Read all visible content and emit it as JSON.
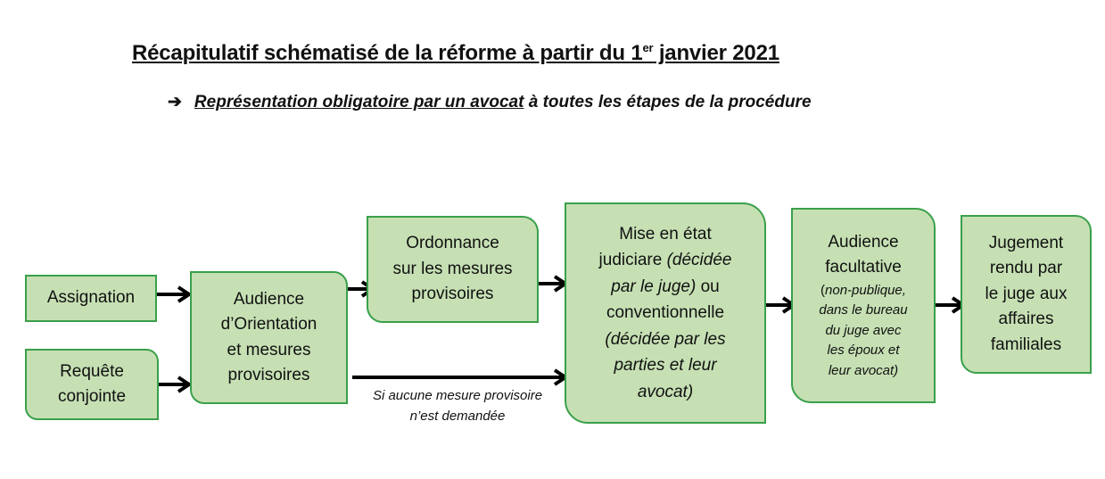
{
  "title": {
    "main": "Récapitulatif schématisé de la réforme à partir du 1",
    "sup": "er",
    "end": " janvier 2021"
  },
  "subtitle": {
    "arrow": "➔",
    "underlined": "Représentation obligatoire par un avocat",
    "rest": " à toutes les étapes de la procédure"
  },
  "boxes": {
    "assignation": "Assignation",
    "requete_l1": "Requête",
    "requete_l2": "conjointe",
    "audience_orientation_l1": "Audience",
    "audience_orientation_l2": "d’Orientation",
    "audience_orientation_l3": "et mesures",
    "audience_orientation_l4": "provisoires",
    "ordonnance_l1": "Ordonnance",
    "ordonnance_l2": "sur les mesures",
    "ordonnance_l3": "provisoires",
    "mise_l1": "Mise en état",
    "mise_l2a": "judiciare ",
    "mise_l2b": "(décidée",
    "mise_l3a": "par le juge)",
    "mise_l3b": " ou",
    "mise_l4": "conventionnelle",
    "mise_l5": "(décidée par les",
    "mise_l6": "parties et leur",
    "mise_l7": "avocat)",
    "facultative_l1": "Audience",
    "facultative_l2": "facultative",
    "facultative_l3a": "(",
    "facultative_l3b": "non-publique,",
    "facultative_l4": "dans le bureau",
    "facultative_l5": "du juge avec",
    "facultative_l6": "les époux et",
    "facultative_l7": "leur avocat)",
    "jugement_l1": "Jugement",
    "jugement_l2": "rendu par",
    "jugement_l3": "le juge aux",
    "jugement_l4": "affaires",
    "jugement_l5": "familiales"
  },
  "note_l1": "Si aucune mesure provisoire",
  "note_l2": "n’est demandée",
  "colors": {
    "fill": "#c6e0b4",
    "border": "#3aa04a",
    "arrow": "#000000"
  }
}
